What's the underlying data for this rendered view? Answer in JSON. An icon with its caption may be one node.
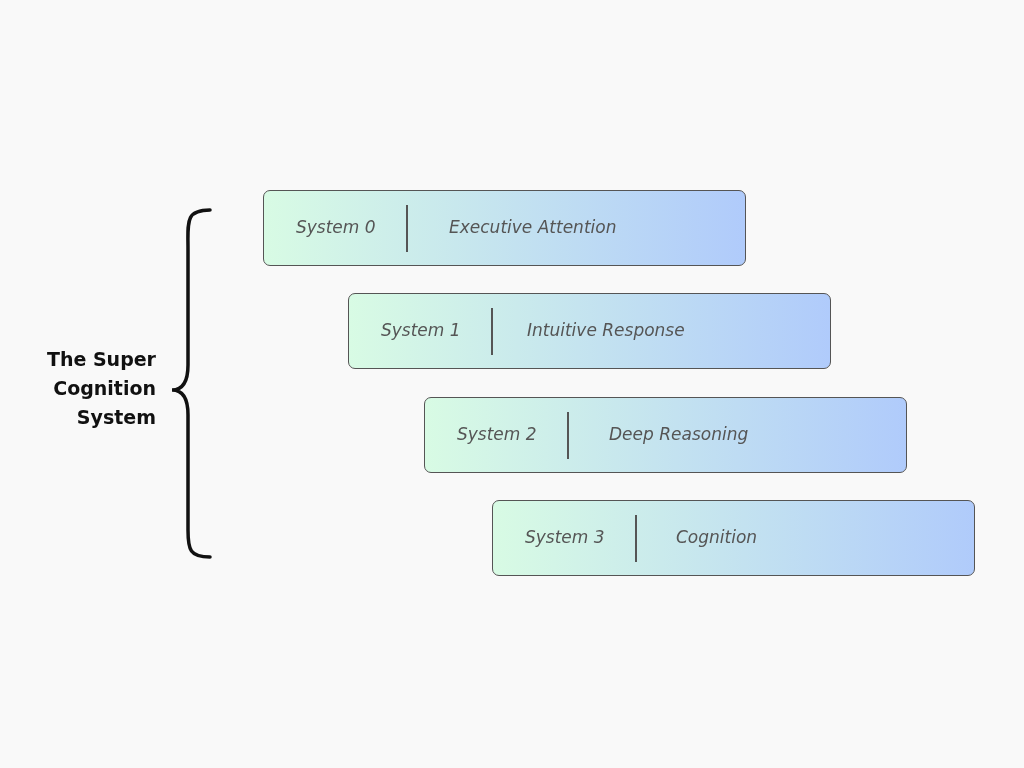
{
  "diagram": {
    "nodes": [
      {
        "text": [
          "System 0",
          "Executive Attention"
        ]
      },
      {
        "text": [
          "System 1",
          "Intuitive Response"
        ]
      },
      {
        "text": [
          "System 2",
          "Deep Reasoning"
        ]
      },
      {
        "text": [
          "System 3",
          "Cognition"
        ]
      }
    ],
    "labels": [
      "The Super Cognition System"
    ]
  }
}
